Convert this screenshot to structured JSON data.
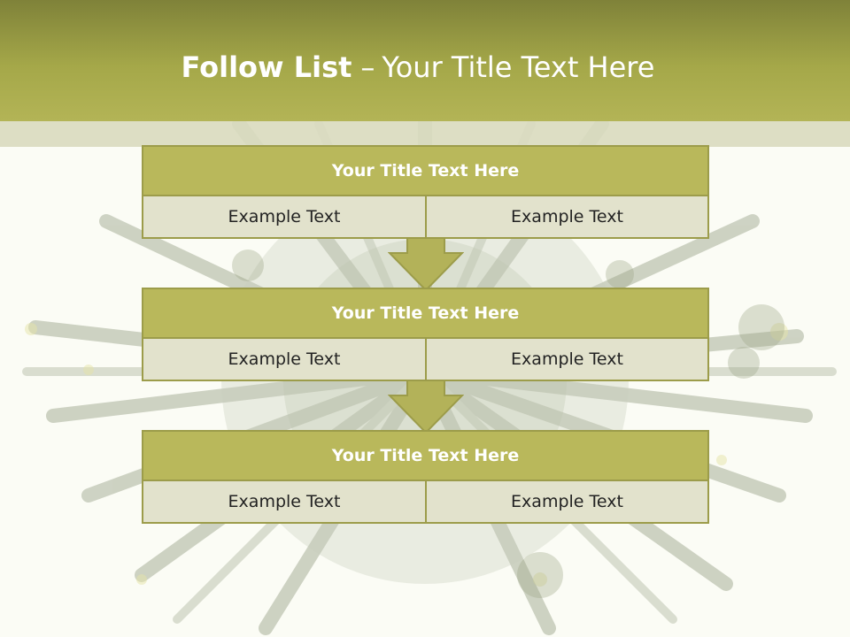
{
  "header": {
    "title_bold": "Follow List",
    "title_separator": "–",
    "title_rest": "Your Title Text Here"
  },
  "flow": {
    "steps": [
      {
        "title": "Your Title Text Here",
        "cells": [
          "Example Text",
          "Example Text"
        ]
      },
      {
        "title": "Your Title Text Here",
        "cells": [
          "Example Text",
          "Example Text"
        ]
      },
      {
        "title": "Your Title Text Here",
        "cells": [
          "Example Text",
          "Example Text"
        ]
      }
    ]
  },
  "colors": {
    "header_top": "#7f8239",
    "header_bottom": "#b3b456",
    "box_fill": "#b9b85b",
    "cell_fill": "#e2e2cc",
    "border": "#9c9c4a"
  }
}
